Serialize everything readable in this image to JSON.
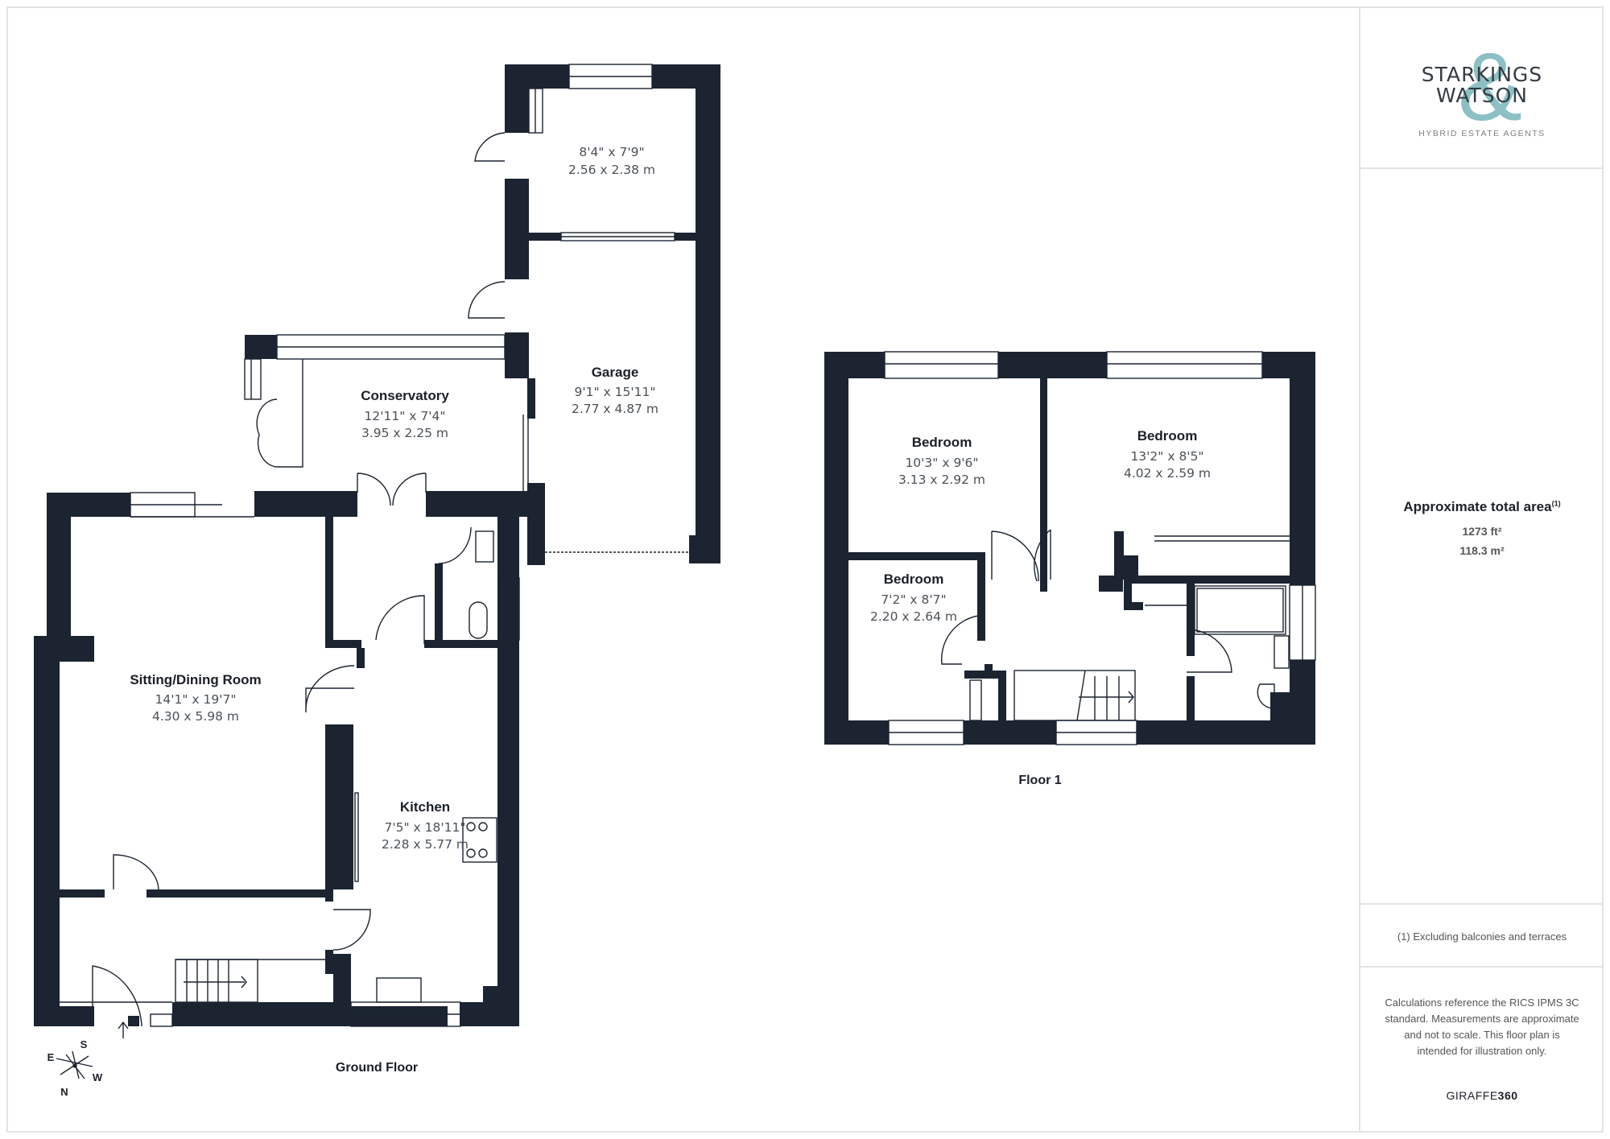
{
  "brand": {
    "name_line1": "STARKINGS",
    "name_line2": "WATSON",
    "ampersand": "&",
    "tagline": "HYBRID ESTATE AGENTS",
    "accent_color": "#8cc0c4",
    "text_color": "#333c42"
  },
  "area": {
    "title": "Approximate total area",
    "footnote_marker": "(1)",
    "imperial": "1273 ft²",
    "metric": "118.3 m²"
  },
  "note": "(1) Excluding balconies and terraces",
  "disclaimer": "Calculations reference the RICS IPMS 3C standard. Measurements are approximate and not to scale. This floor plan is intended for illustration only.",
  "footer_brand": {
    "prefix": "GIRAFFE",
    "suffix": "360"
  },
  "wall_color": "#1b2430",
  "floors": [
    {
      "name": "Ground Floor",
      "rooms": [
        {
          "name": "",
          "imperial": "8'4\" x 7'9\"",
          "metric": "2.56 x 2.38 m"
        },
        {
          "name": "Garage",
          "imperial": "9'1\" x 15'11\"",
          "metric": "2.77 x 4.87 m"
        },
        {
          "name": "Conservatory",
          "imperial": "12'11\" x 7'4\"",
          "metric": "3.95 x 2.25 m"
        },
        {
          "name": "Sitting/Dining Room",
          "imperial": "14'1\" x 19'7\"",
          "metric": "4.30 x 5.98 m"
        },
        {
          "name": "Kitchen",
          "imperial": "7'5\" x 18'11\"",
          "metric": "2.28 x 5.77 m"
        }
      ]
    },
    {
      "name": "Floor 1",
      "rooms": [
        {
          "name": "Bedroom",
          "imperial": "10'3\" x 9'6\"",
          "metric": "3.13 x 2.92 m"
        },
        {
          "name": "Bedroom",
          "imperial": "13'2\" x 8'5\"",
          "metric": "4.02 x 2.59 m"
        },
        {
          "name": "Bedroom",
          "imperial": "7'2\" x 8'7\"",
          "metric": "2.20 x 2.64 m"
        }
      ]
    }
  ],
  "compass": {
    "n": "N",
    "s": "S",
    "e": "E",
    "w": "W"
  }
}
